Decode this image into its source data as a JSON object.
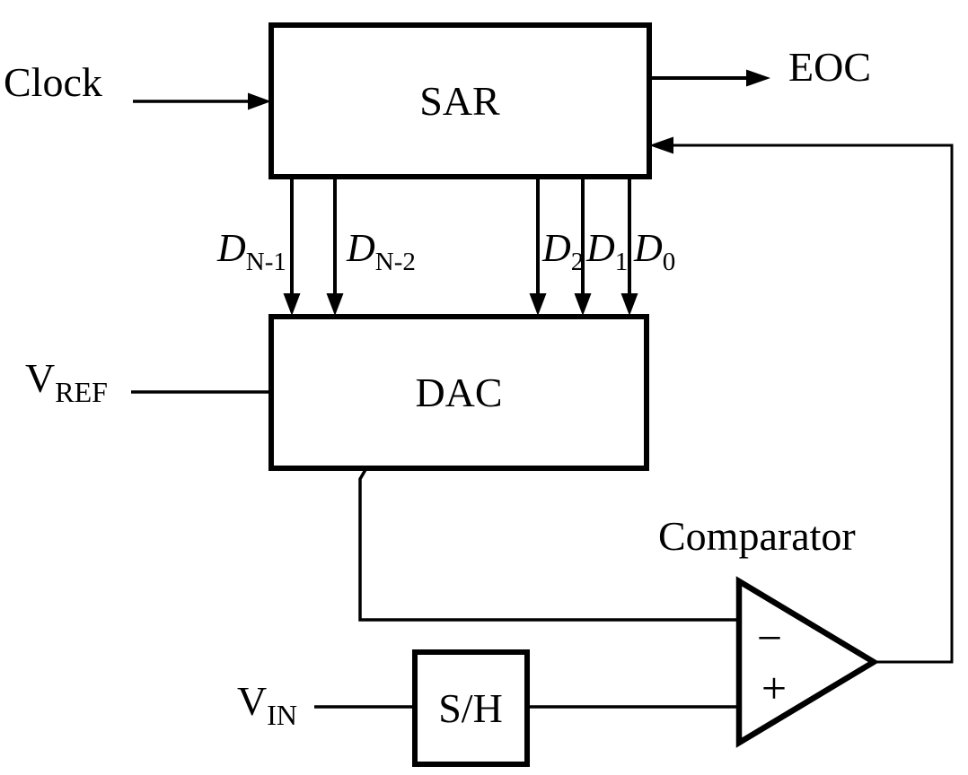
{
  "diagram_type": "block-diagram",
  "blocks": {
    "sar": {
      "label": "SAR"
    },
    "dac": {
      "label": "DAC"
    },
    "sample_hold": {
      "label": "S/H"
    }
  },
  "labels": {
    "clock": "Clock",
    "eoc": "EOC",
    "comparator": "Comparator",
    "vref": {
      "main": "V",
      "sub": "REF"
    },
    "vin": {
      "main": "V",
      "sub": "IN"
    }
  },
  "bus_bits": [
    {
      "main": "D",
      "sub": "N-1"
    },
    {
      "main": "D",
      "sub": "N-2"
    },
    {
      "main": "D",
      "sub": "2"
    },
    {
      "main": "D",
      "sub": "1"
    },
    {
      "main": "D",
      "sub": "0"
    }
  ],
  "comparator_inputs": {
    "minus": "−",
    "plus": "+"
  },
  "connections": [
    {
      "from": "Clock",
      "to": "SAR",
      "style": "arrow"
    },
    {
      "from": "SAR",
      "to": "EOC",
      "style": "arrow"
    },
    {
      "from": "SAR",
      "to": "DAC",
      "style": "five bit arrows",
      "bits": [
        "D N-1",
        "D N-2",
        "D 2",
        "D 1",
        "D 0"
      ]
    },
    {
      "from": "V REF",
      "to": "DAC",
      "style": "line"
    },
    {
      "from": "DAC",
      "to": "Comparator − input",
      "style": "line"
    },
    {
      "from": "V IN",
      "to": "S/H",
      "style": "line"
    },
    {
      "from": "S/H",
      "to": "Comparator + input",
      "style": "line"
    },
    {
      "from": "Comparator output",
      "to": "SAR",
      "style": "feedback arrow"
    }
  ],
  "colors": {
    "ink": "#000000",
    "background": "#ffffff"
  }
}
